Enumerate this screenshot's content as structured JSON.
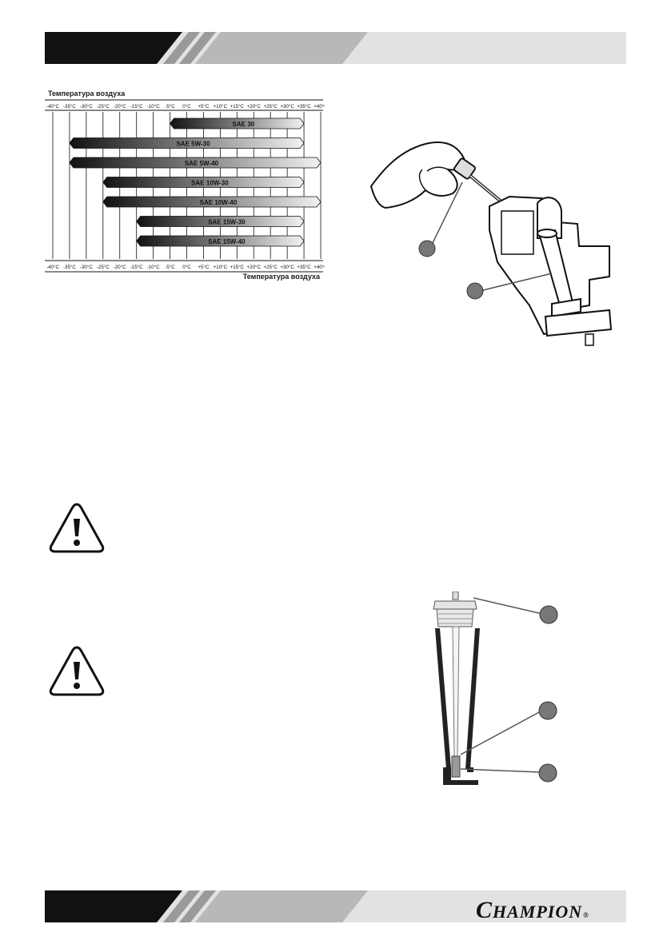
{
  "brand": {
    "logo_first": "C",
    "logo_rest": "HAMPION",
    "registered": "®"
  },
  "chart_data": {
    "type": "bar",
    "orientation": "horizontal-range",
    "title": "Температура воздуха",
    "footer_label": "Температура воздуха",
    "top_ticks": [
      "-40°C",
      "-35°C",
      "-30°C",
      "-25°C",
      "-20°C",
      "-15°C",
      "-10°C",
      "-5°C",
      "0°C",
      "+5°C",
      "+10°C",
      "+15°C",
      "+20°C",
      "+25°C",
      "+30°C",
      "+35°C",
      "+40°C"
    ],
    "bottom_ticks": [
      "-40°C",
      "-35°C",
      "-30°C",
      "-25°C",
      "-20°C",
      "-15°C",
      "-10°C",
      "-5°C",
      "0°C",
      "+5°C",
      "+10°C",
      "+15°C",
      "+20°C",
      "+25°C",
      "+30°C",
      "+35°C",
      "+40°C"
    ],
    "xlim": [
      -40,
      40
    ],
    "grid": true,
    "series": [
      {
        "name": "SAE 30",
        "start": -5,
        "end": 35
      },
      {
        "name": "SAE 5W-30",
        "start": -35,
        "end": 35
      },
      {
        "name": "SAE 5W-40",
        "start": -35,
        "end": 40
      },
      {
        "name": "SAE 10W-30",
        "start": -25,
        "end": 35
      },
      {
        "name": "SAE 10W-40",
        "start": -25,
        "end": 40
      },
      {
        "name": "SAE 15W-30",
        "start": -15,
        "end": 35
      },
      {
        "name": "SAE 15W-40",
        "start": -15,
        "end": 35
      }
    ]
  },
  "icons": {
    "warning_1": "warning-triangle-icon",
    "warning_2": "warning-triangle-icon"
  }
}
